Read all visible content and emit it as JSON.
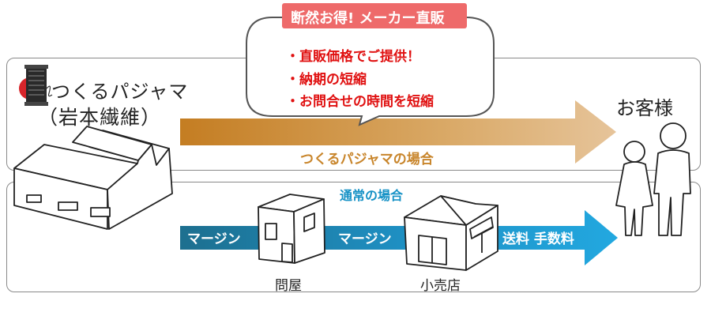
{
  "brand_name": "つくるパジャマ",
  "company_name": "（岩本繊維）",
  "callout": {
    "badge": "断然お得! メーカー直販",
    "bullets": [
      "・直販価格でご提供！",
      "・納期の短縮",
      "・お問合せの時間を短縮"
    ]
  },
  "direct_route_label": "つくるパジャマの場合",
  "customer_label": "お客様",
  "normal_route": {
    "title": "通常の場合",
    "margin_1": "マージン",
    "margin_2": "マージン",
    "fees": "送料 手数料",
    "wholesaler": "問屋",
    "retailer": "小売店"
  },
  "colors": {
    "orange_arrow": "#c9852f",
    "blue_arrow": "#1e9bd3",
    "badge": "#ee6a6a",
    "bullet_text": "#e01010"
  }
}
